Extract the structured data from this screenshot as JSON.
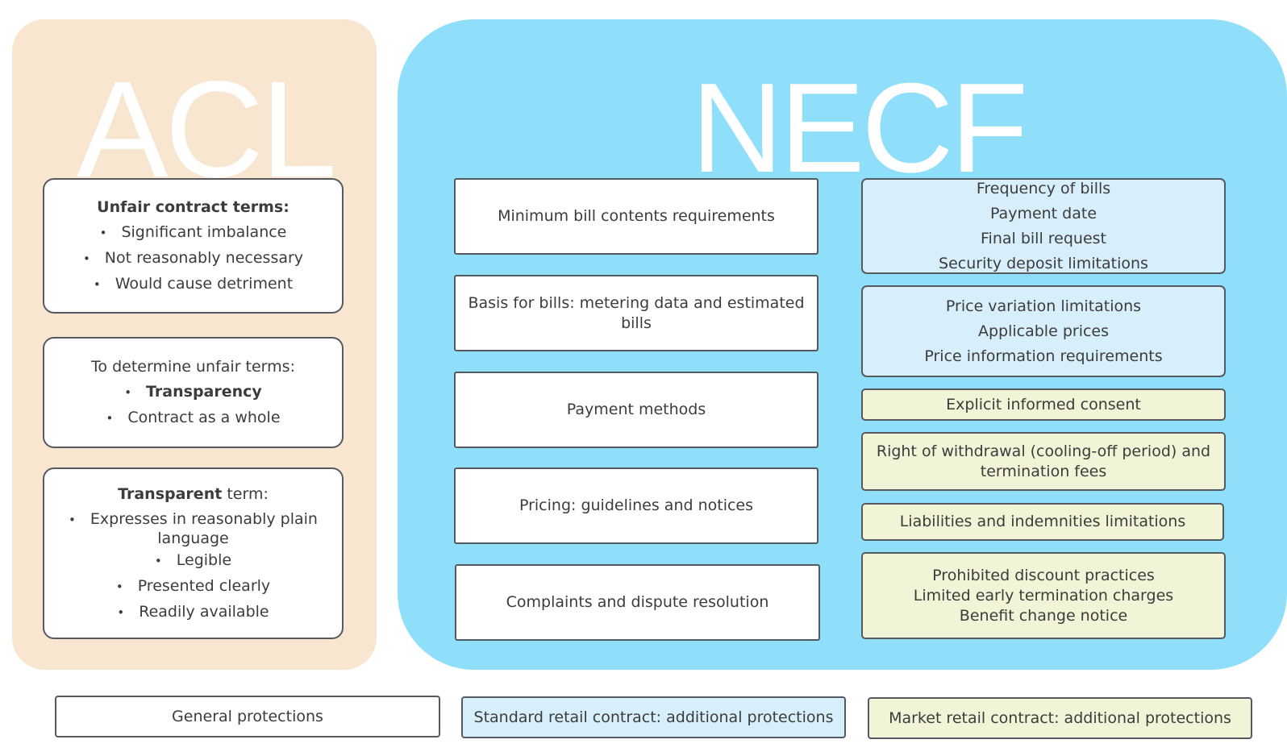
{
  "acl": {
    "title": "ACL",
    "box1": {
      "heading": "Unfair contract terms:",
      "bullets": [
        "Significant imbalance",
        "Not reasonably necessary",
        "Would cause detriment"
      ]
    },
    "box2": {
      "heading": "To determine unfair terms:",
      "bullets": [
        "Transparency",
        "Contract as a whole"
      ]
    },
    "box3": {
      "heading_bold": "Transparent",
      "heading_rest": " term:",
      "bullet1_line1": "Expresses in reasonably plain",
      "bullet1_line2": "language",
      "bullets": [
        "Legible",
        "Presented clearly",
        "Readily available"
      ]
    }
  },
  "necf": {
    "title": "NECF",
    "general": [
      "Minimum bill contents requirements",
      "Basis for bills: metering data and estimated bills",
      "Payment methods",
      "Pricing: guidelines and notices",
      "Complaints and dispute resolution"
    ],
    "standard": {
      "box1": [
        "Frequency of bills",
        "Payment date",
        "Final bill request",
        "Security deposit limitations"
      ],
      "box2": [
        "Price variation limitations",
        "Applicable prices",
        "Price information requirements"
      ]
    },
    "market": {
      "box1": "Explicit informed consent",
      "box2": [
        "Right of withdrawal (cooling-off period) and",
        "termination fees"
      ],
      "box3": "Liabilities and indemnities limitations",
      "box4": [
        "Prohibited discount practices",
        "Limited early termination charges",
        "Benefit change notice"
      ]
    }
  },
  "legend": {
    "general": "General protections",
    "standard": "Standard retail contract: additional protections",
    "market": "Market retail contract: additional protections"
  },
  "colors": {
    "acl_background": "#f9e6d1",
    "necf_background": "#8fdffb",
    "general_fill": "#ffffff",
    "standard_fill": "#d6effa",
    "market_fill": "#f1f4d6"
  }
}
